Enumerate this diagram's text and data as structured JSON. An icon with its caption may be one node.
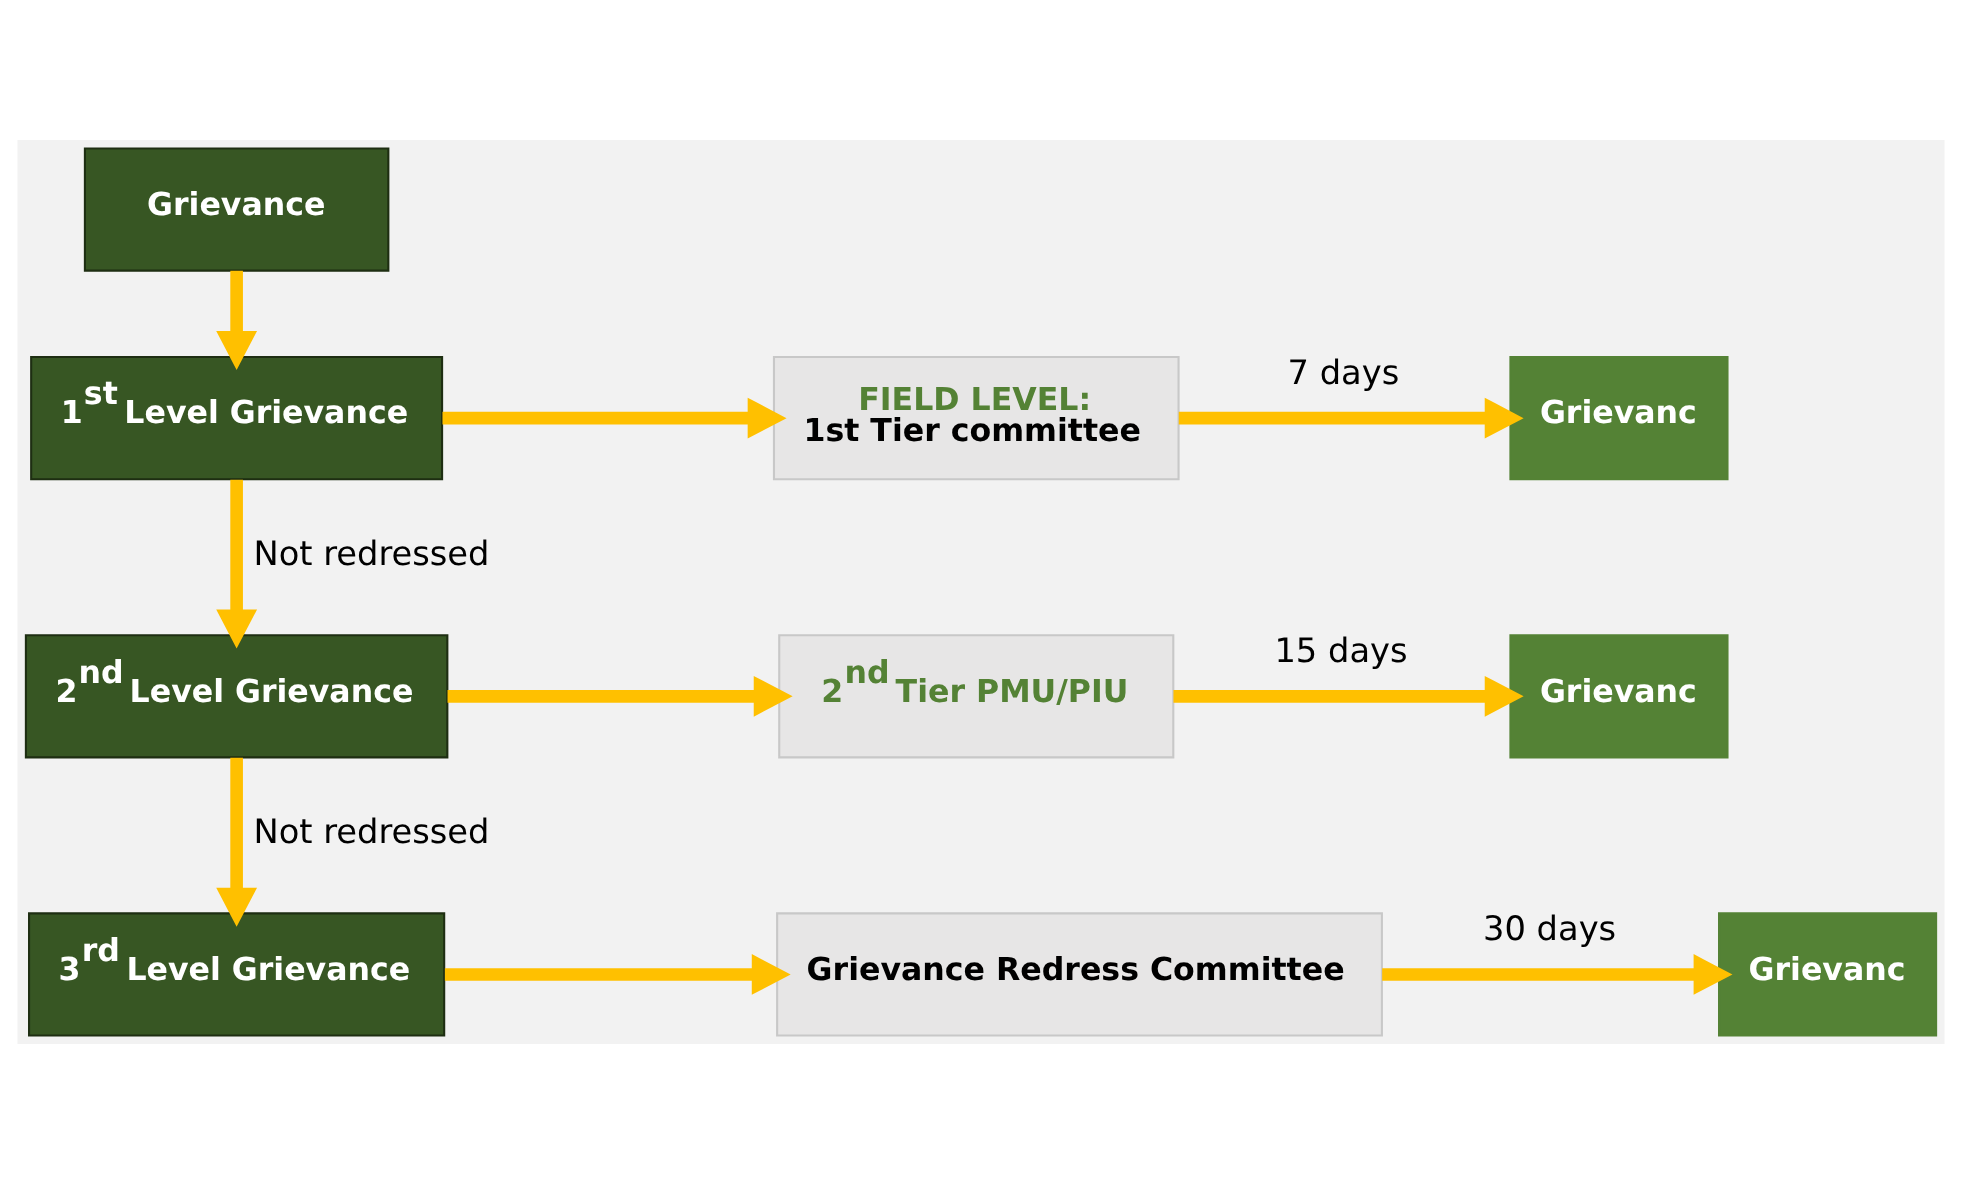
{
  "diagram": {
    "nodes": [
      {
        "text": [
          "Grievance"
        ]
      },
      {
        "text": [
          "1$^{st}$ Level Grievance"
        ]
      },
      {
        "text": [
          "FIELD LEVEL:",
          "1st Tier committee"
        ]
      },
      {
        "text": [
          "Grievanc"
        ]
      },
      {
        "text": [
          "2$^{nd}$ Level Grievance"
        ]
      },
      {
        "text": [
          "2$^{nd}$ Tier PMU/PIU"
        ]
      },
      {
        "text": [
          "Grievanc"
        ]
      },
      {
        "text": [
          "3$^{rd}$ Level Grievance"
        ]
      },
      {
        "text": [
          "Grievance Redress Committee"
        ]
      },
      {
        "text": [
          "Grievanc"
        ]
      }
    ],
    "edges": [
      {
        "from": 0,
        "to": 1,
        "arrow": "to"
      },
      {
        "from": 1,
        "to": 2,
        "arrow": "to"
      },
      {
        "from": 2,
        "to": 3,
        "arrow": "to",
        "label": "7 days"
      },
      {
        "from": 1,
        "to": 4,
        "arrow": "to",
        "label": "Not redressed"
      },
      {
        "from": 4,
        "to": 5,
        "arrow": "to"
      },
      {
        "from": 5,
        "to": 6,
        "arrow": "to",
        "label": "15 days"
      },
      {
        "from": 4,
        "to": 7,
        "arrow": "to",
        "label": "Not redressed"
      },
      {
        "from": 7,
        "to": 8,
        "arrow": "to"
      },
      {
        "from": 8,
        "to": 9,
        "arrow": "to",
        "label": "30 days"
      }
    ]
  }
}
